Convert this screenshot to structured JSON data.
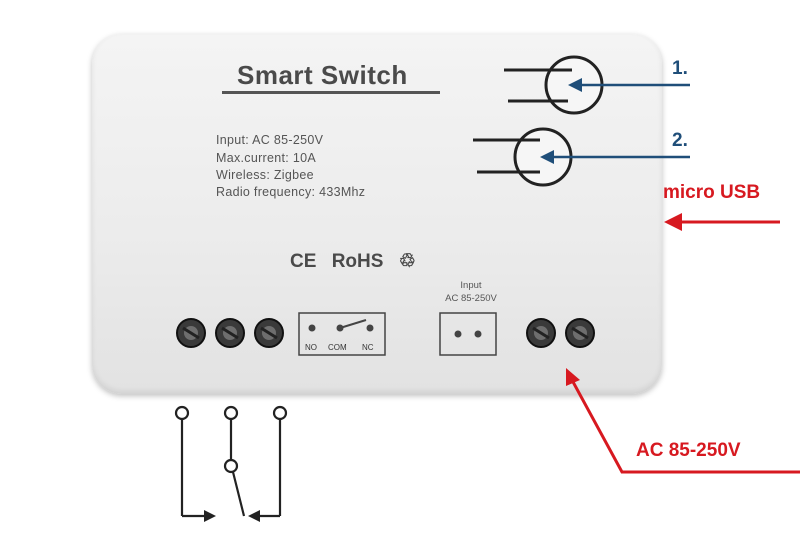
{
  "device": {
    "title": "Smart Switch",
    "specs": [
      "Input:  AC 85-250V",
      "Max.current:  10A",
      "Wireless: Zigbee",
      "Radio frequency:  433Mhz"
    ],
    "cert_ce": "CE",
    "cert_rohs": "RoHS",
    "recycle_symbol": "♲",
    "relay_labels": {
      "no": "NO",
      "com": "COM",
      "nc": "NC"
    },
    "input_label_1": "Input",
    "input_label_2": "AC 85-250V"
  },
  "callouts": {
    "button_1": "1.",
    "button_2": "2.",
    "micro_usb": "micro USB",
    "power": "AC 85-250V"
  },
  "colors": {
    "callout_blue": "#1f4e79",
    "callout_red": "#d71920"
  }
}
